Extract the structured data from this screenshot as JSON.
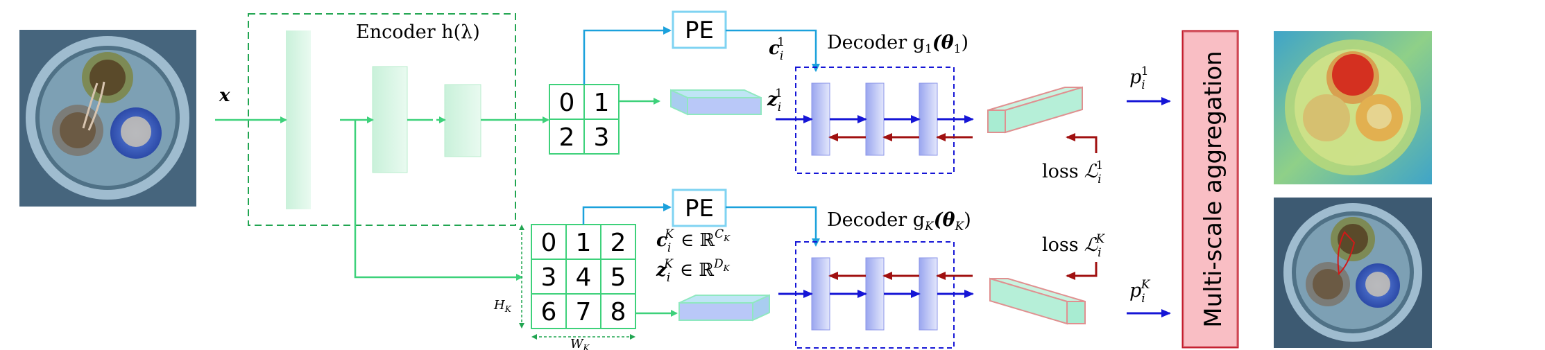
{
  "encoder": {
    "title": "Encoder h(λ)"
  },
  "input": {
    "label": "x"
  },
  "pe": {
    "top": "PE",
    "bottom": "PE"
  },
  "grid_top": {
    "cells": [
      "0",
      "1",
      "2",
      "3"
    ]
  },
  "grid_bottom": {
    "cells": [
      "0",
      "1",
      "2",
      "3",
      "4",
      "5",
      "6",
      "7",
      "8"
    ],
    "height_label": "H",
    "height_sub": "K",
    "width_label": "W",
    "width_sub": "K"
  },
  "decoder_top": {
    "title": "Decoder g",
    "sub": "1",
    "param": "(θ",
    "param_sub": "1",
    "close": ")"
  },
  "decoder_bottom": {
    "title": "Decoder g",
    "sub": "K",
    "param": "(θ",
    "param_sub": "K",
    "close": ")"
  },
  "cond_top": {
    "c": "c",
    "c_sub": "i",
    "c_sup": "1",
    "z": "z",
    "z_sub": "i",
    "z_sup": "1"
  },
  "cond_bottom": {
    "c": "c",
    "c_sub": "i",
    "c_sup": "K",
    "c_set": "∈ ℝ",
    "c_dim": "C",
    "c_dim_sub": "K",
    "z": "z",
    "z_sub": "i",
    "z_sup": "K",
    "z_set": "∈ ℝ",
    "z_dim": "D",
    "z_dim_sub": "K"
  },
  "loss_top": {
    "word": "loss",
    "sym": "ℒ",
    "sub": "i",
    "sup": "1"
  },
  "loss_bottom": {
    "word": "loss",
    "sym": "ℒ",
    "sub": "i",
    "sup": "K"
  },
  "prob_top": {
    "p": "p",
    "sub": "i",
    "sup": "1"
  },
  "prob_bottom": {
    "p": "p",
    "sub": "i",
    "sup": "K"
  },
  "aggregation": {
    "label": "Multi-scale aggregation"
  },
  "colors": {
    "green": "#3dd17a",
    "green_fill": "#d6f5e3",
    "cyan": "#1ba1dc",
    "blue": "#1515d6",
    "dark_red": "#a01010",
    "agg_fill": "#f5a0a8",
    "agg_stroke": "#c41c2c",
    "feature_fill": "#a8ecd2",
    "feature_stroke": "#e09090"
  }
}
